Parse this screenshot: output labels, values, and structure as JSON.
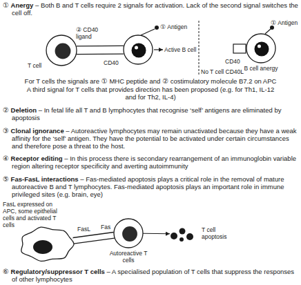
{
  "diagram": {
    "nodes": [
      {
        "text": [
          "T cell"
        ]
      },
      {
        "text": [
          "Active B cell"
        ]
      },
      {
        "text": [
          "B cell anergy"
        ]
      },
      {
        "text": [
          "FasL expressed on APC, some epithelial cells and activated T cells"
        ]
      },
      {
        "text": [
          "Autoreactive T cells"
        ]
      },
      {
        "text": [
          "T cell apoptosis"
        ]
      }
    ],
    "edges": [
      {
        "from": 0,
        "to": 1,
        "arrow": "none"
      },
      {
        "from": 3,
        "to": 4,
        "arrow": "none"
      },
      {
        "from": 4,
        "to": 5,
        "arrow": "to"
      }
    ],
    "labels": [
      "①",
      "Anergy",
      "– Both B and T cells require 2 signals for activation. Lack of the second signal switches the cell off.",
      "②",
      "CD40 ligand",
      "①",
      "Antigen",
      "CD40",
      "①",
      "Antigen",
      "CD40",
      "No T cell CD40L",
      "For T cells the signals are",
      "①",
      "MHC peptide and",
      "②",
      "costimulatory molecule B7.2 on APC",
      "A third signal for T cells that provides direction has been proposed (e.g. for Th1, IL-12 and for Th2, IL-4)",
      "②",
      "Deletion",
      "– In fetal life all T and B lymphocytes that recognise ‘self’ antigens are eliminated by apoptosis",
      "③",
      "Clonal ignorance",
      "– Autoreactive lymphocytes may remain unactivated because they have a weak affinity for the ‘self’ antigen. They have the potential to be activated under certain circumstances and therefore pose a threat to the host.",
      "④",
      "Receptor editing",
      "– In this process there is secondary rearrangement of an immunoglobin variable region altering receptor specificity and averting autoimmunity",
      "⑤",
      "Fas-FasL interactions",
      "– Fas-mediated apoptosis plays a critical role in the removal of mature autoreactive B and T lymphocytes. Fas-mediated apoptosis plays an important role in immune privileged sites (e.g. brain, eye)",
      "FasL",
      "Fas",
      "⑥",
      "Regulatory/suppressor T cells",
      "– A specialised population of T cells that suppress the responses of other lymphocytes"
    ]
  }
}
